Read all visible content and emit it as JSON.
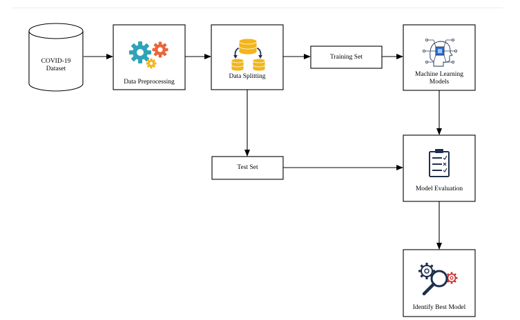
{
  "nodes": {
    "dataset": {
      "label_line1": "COVID-19",
      "label_line2": "Dataset"
    },
    "preprocessing": {
      "label": "Data Preprocessing",
      "icon": "gears-icon"
    },
    "splitting": {
      "label": "Data Splitting",
      "icon": "database-split-icon"
    },
    "training_set": {
      "label": "Training Set"
    },
    "ml_models": {
      "label_line1": "Machine Learning",
      "label_line2": "Models",
      "icon": "ai-chip-head-icon"
    },
    "test_set": {
      "label": "Test Set"
    },
    "evaluation": {
      "label": "Model Evaluation",
      "icon": "clipboard-checklist-icon"
    },
    "best_model": {
      "label": "Identify Best Model",
      "icon": "gear-magnifier-icon"
    }
  },
  "colors": {
    "teal": "#2fa3b8",
    "orange": "#e8673c",
    "yellow": "#f2b51c",
    "navy": "#1e2f4d",
    "red": "#c8302b",
    "border": "#000000"
  }
}
